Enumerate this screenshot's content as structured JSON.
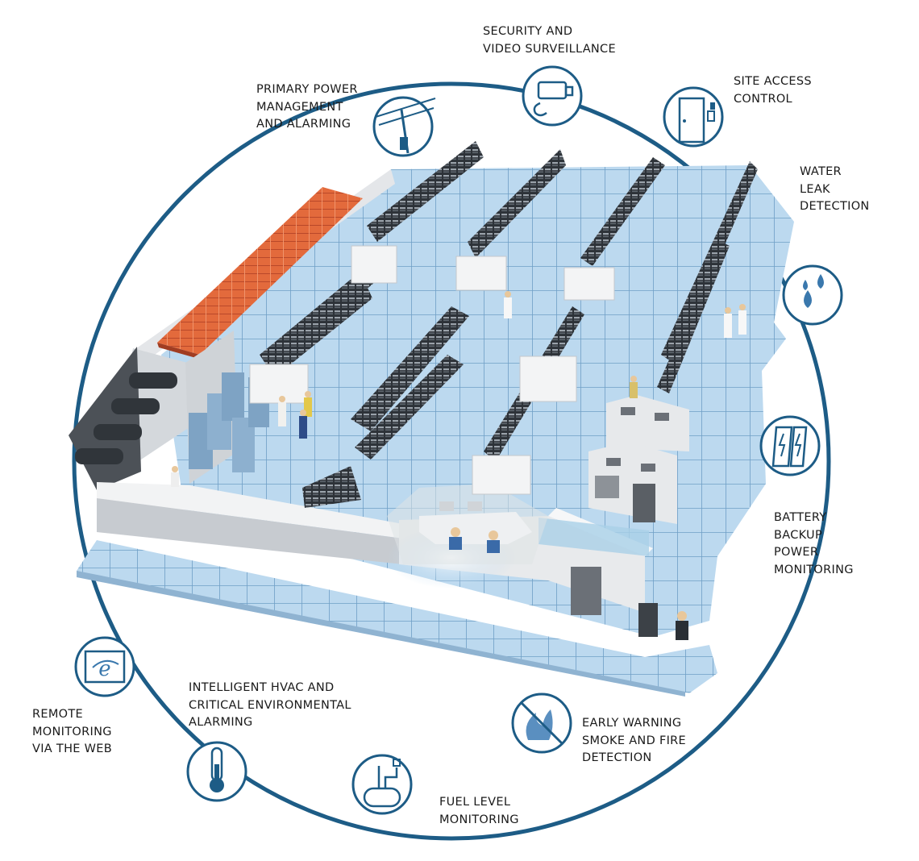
{
  "labels": {
    "security": [
      "SECURITY AND",
      "VIDEO SURVEILLANCE"
    ],
    "primary_power": [
      "PRIMARY POWER",
      "MANAGEMENT",
      "AND ALARMING"
    ],
    "site_access": [
      "SITE ACCESS",
      "CONTROL"
    ],
    "water_leak": [
      "WATER",
      "LEAK",
      "DETECTION"
    ],
    "battery": [
      "BATTERY",
      "BACKUP",
      "POWER",
      "MONITORING"
    ],
    "fire": [
      "EARLY WARNING",
      "SMOKE AND FIRE",
      "DETECTION"
    ],
    "fuel": [
      "FUEL LEVEL",
      "MONITORING"
    ],
    "hvac": [
      "INTELLIGENT HVAC AND",
      "CRITICAL ENVIRONMENTAL",
      "ALARMING"
    ],
    "remote": [
      "REMOTE",
      "MONITORING",
      "VIA THE WEB"
    ]
  },
  "icons": {
    "security": "security-camera-icon",
    "primary_power": "power-pole-icon",
    "site_access": "door-access-icon",
    "water_leak": "water-drops-icon",
    "battery": "battery-power-icon",
    "fire": "no-fire-icon",
    "fuel": "fuel-tank-icon",
    "hvac": "thermometer-icon",
    "remote": "web-browser-icon"
  },
  "colors": {
    "ring": "#1d5c86",
    "floor": "#bcd9ef",
    "floor_grid": "#6f9fc6",
    "wall": "#dcdfe3",
    "wall_dark": "#a8adb3",
    "generator": "#e36a3c",
    "rack": "#2d3238",
    "icon_stroke": "#1d5c86"
  }
}
